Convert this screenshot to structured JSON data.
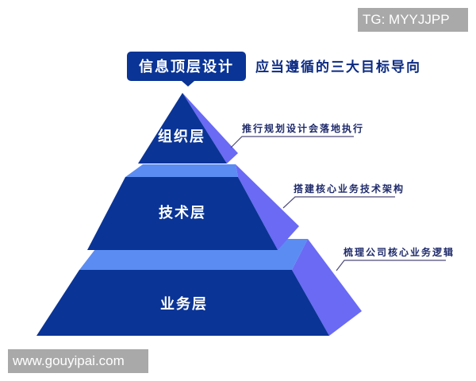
{
  "watermarks": {
    "top_right": "TG: MYYJJPP",
    "bottom_left": "www.gouyipai.com"
  },
  "header": {
    "title": "信息顶层设计",
    "subtitle": "应当遵循的三大目标导向"
  },
  "pyramid": {
    "tiers": [
      {
        "label": "组织层",
        "callout": "推行规划设计会落地执行"
      },
      {
        "label": "技术层",
        "callout": "搭建核心业务技术架构"
      },
      {
        "label": "业务层",
        "callout": "梳理公司核心业务逻辑"
      }
    ]
  },
  "colors": {
    "front_face": "#0a3496",
    "top_face": "#5b8cf2",
    "side_face": "#6a6af5",
    "header_bg": "#0a3496",
    "callout_line": "#4d4a7a"
  }
}
